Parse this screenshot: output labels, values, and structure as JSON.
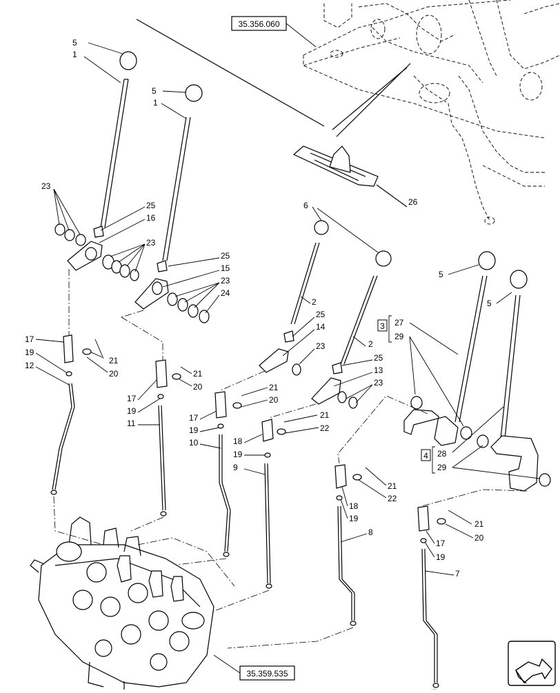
{
  "refs": {
    "top": "35.356.060",
    "bottom": "35.359.535"
  },
  "callouts": {
    "c1a": "5",
    "c1b": "1",
    "c2a": "5",
    "c2b": "1",
    "c3": "23",
    "c4": "25",
    "c5": "16",
    "c6": "23",
    "c7": "25",
    "c8": "15",
    "c9": "23",
    "c10": "24",
    "c11": "6",
    "c12": "2",
    "c13": "25",
    "c14": "14",
    "c15": "23",
    "c16": "2",
    "c17": "25",
    "c18": "13",
    "c19": "23",
    "c20": "26",
    "c21": "5",
    "c22": "5",
    "c23": "3",
    "c24": "27",
    "c25": "29",
    "c26": "4",
    "c27": "28",
    "c28": "29",
    "c29": "17",
    "c30": "19",
    "c31": "12",
    "c32": "21",
    "c33": "20",
    "c34": "21",
    "c35": "20",
    "c36": "17",
    "c37": "19",
    "c38": "11",
    "c39": "21",
    "c40": "20",
    "c41": "17",
    "c42": "19",
    "c43": "10",
    "c44": "21",
    "c45": "22",
    "c46": "18",
    "c47": "19",
    "c48": "9",
    "c49": "21",
    "c50": "22",
    "c51": "18",
    "c52": "19",
    "c53": "8",
    "c54": "21",
    "c55": "20",
    "c56": "17",
    "c57": "19",
    "c58": "7"
  },
  "nav_icon": "arrow-icon"
}
